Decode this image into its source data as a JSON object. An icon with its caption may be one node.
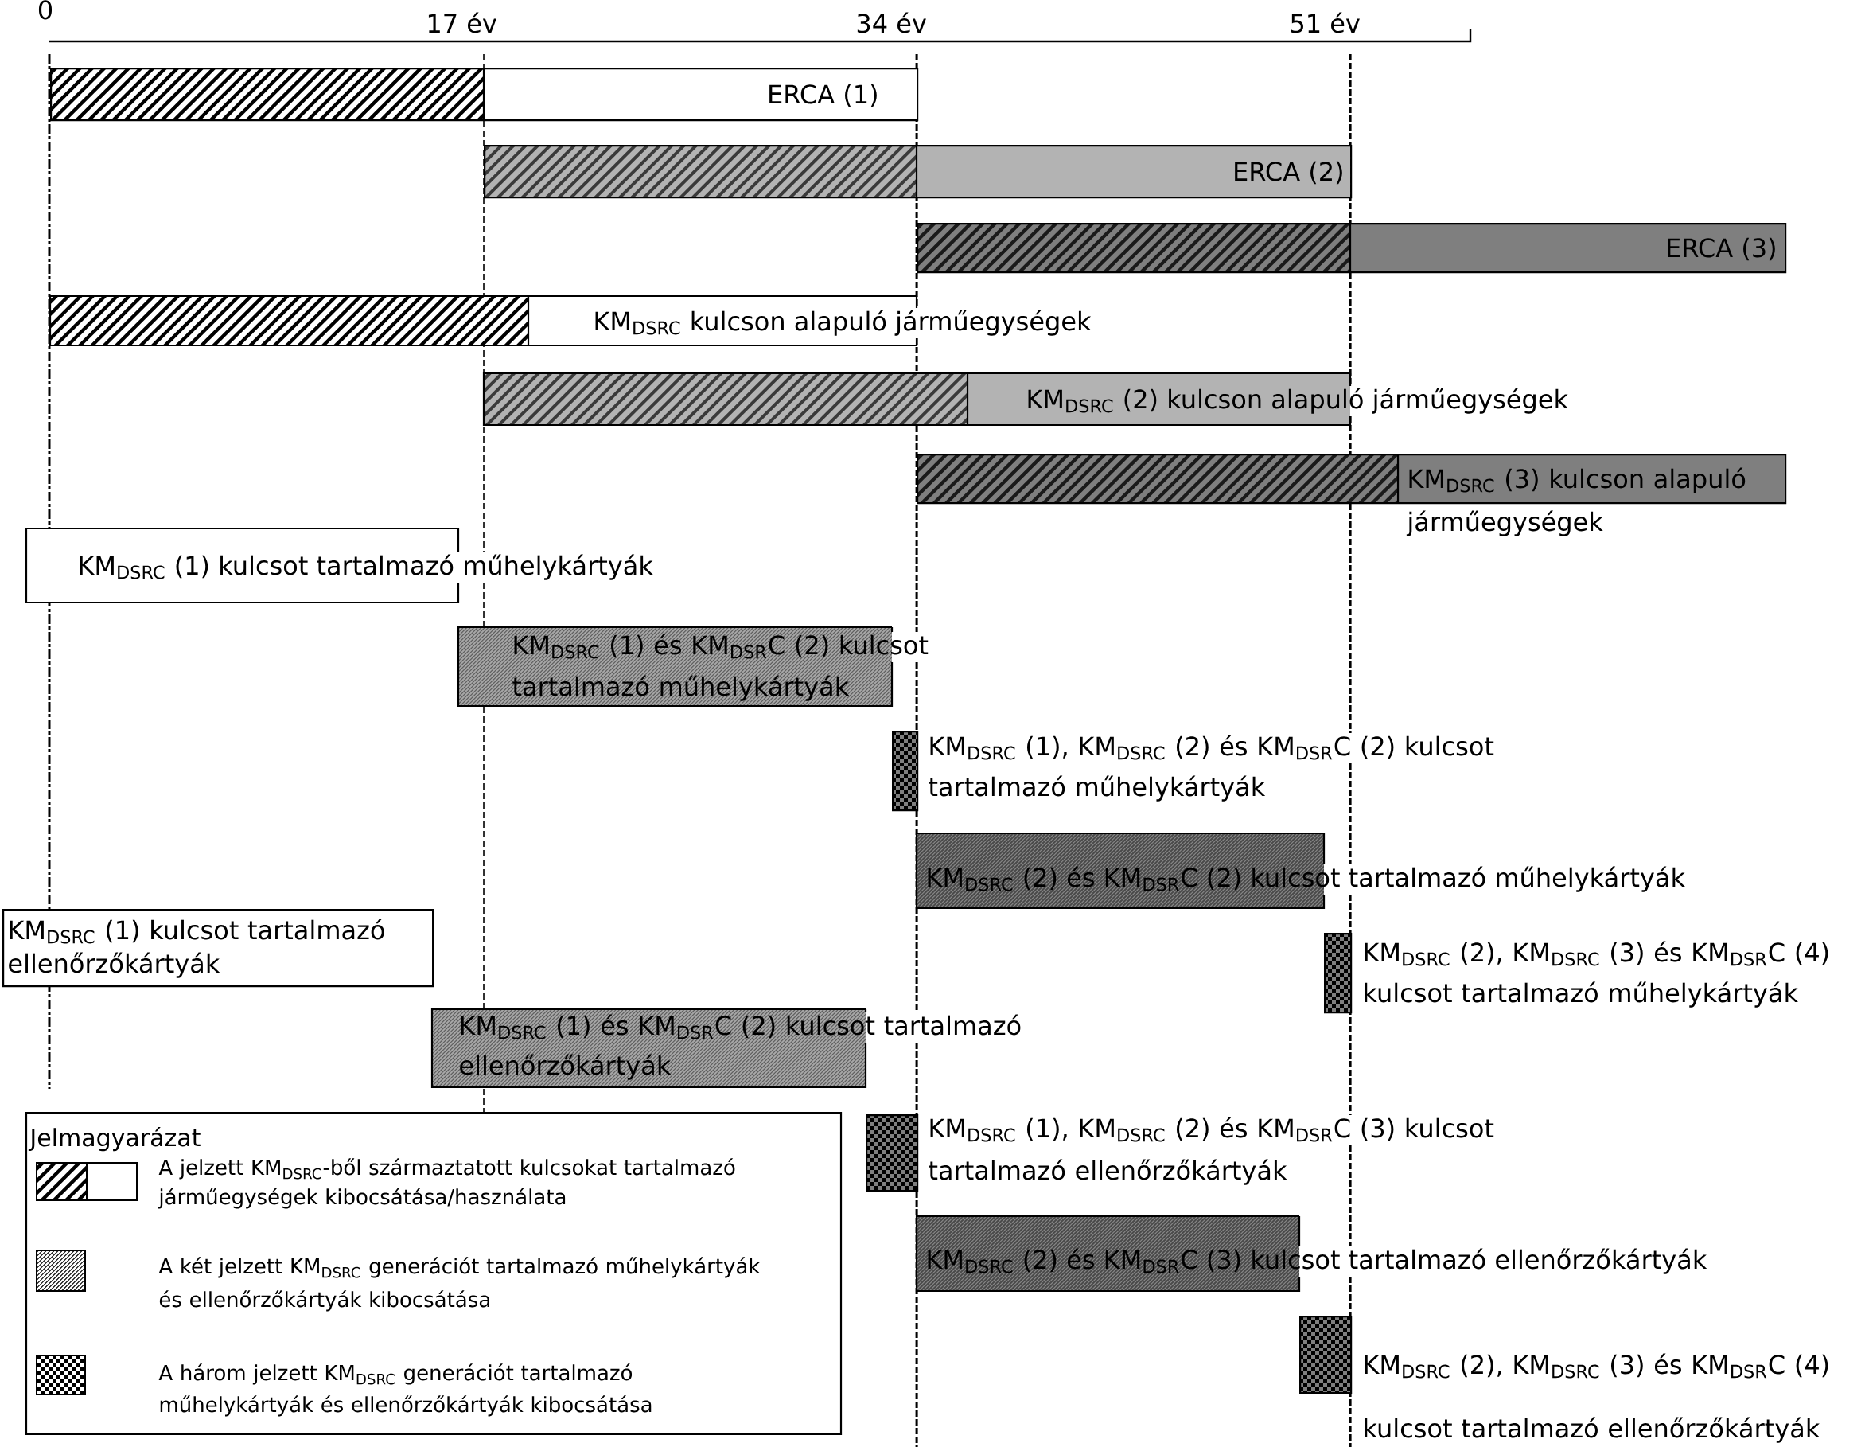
{
  "diagram": {
    "nodes": [
      {
        "text": [
          "ERCA (1)"
        ]
      },
      {
        "text": [
          "ERCA (2)"
        ]
      },
      {
        "text": [
          "ERCA (3)"
        ]
      },
      {
        "text": [
          "KM$_{DSRC}$ kulcson alapuló járműegységek"
        ]
      },
      {
        "text": [
          "KM$_{DSRC}$ (2) kulcson alapuló járműegységek"
        ]
      },
      {
        "text": [
          "KM$_{DSRC}$ (3) kulcson alapuló járműegységek"
        ]
      },
      {
        "text": [
          "KM$_{DSRC}$ (1) kulcsot tartalmazó műhelykártyák"
        ]
      },
      {
        "text": [
          "KM$_{DSRC}$ (1) és KM$_{DSR}$C (2) kulcsot tartalmazó műhelykártyák"
        ]
      },
      {
        "text": [],
        "shape": "bar",
        "beside": [
          "KM$_{DSRC}$ (1), KM$_{DSRC}$ (2) és KM$_{DSR}$C (2) kulcsot tartalmazó műhelykártyák"
        ]
      },
      {
        "text": [
          "KM$_{DSRC}$ (2) és KM$_{DSR}$C (2) kulcsot tartalmazó műhelykártyák"
        ]
      },
      {
        "text": [
          "KM$_{DSRC}$ (1) kulcsot tartalmazó ellenőrzőkártyák"
        ]
      },
      {
        "text": [],
        "shape": "bar",
        "beside": [
          "KM$_{DSRC}$ (2), KM$_{DSRC}$ (3) és KM$_{DSR}$C (4) kulcsot tartalmazó műhelykártyák"
        ]
      },
      {
        "text": [
          "KM$_{DSRC}$ (1) és KM$_{DSR}$C (2) kulcsot tartalmazó ellenőrzőkártyák"
        ]
      },
      {
        "text": [],
        "shape": "bar",
        "beside": [
          "KM$_{DSRC}$ (1), KM$_{DSRC}$ (2) és KM$_{DSR}$C (3) kulcsot tartalmazó ellenőrzőkártyák"
        ]
      },
      {
        "text": [
          "KM$_{DSRC}$ (2) és KM$_{DSR}$C (3) kulcsot tartalmazó ellenőrzőkártyák"
        ]
      },
      {
        "text": [],
        "shape": "bar",
        "beside": [
          "KM$_{DSRC}$ (2), KM$_{DSRC}$ (3) és KM$_{DSR}$C (4) kulcsot tartalmazó ellenőrzőkártyák"
        ]
      }
    ],
    "labels": [
      "0",
      "17 év",
      "34 év",
      "51 év",
      "Jelmagyarázat"
    ],
    "legend": [
      {
        "text": "A jelzett KM$_{DSRC}$-ből származtatott kulcsokat tartalmazó járműegységek kibocsátása/használata"
      },
      {
        "text": "A két jelzett KM$_{DSRC}$ generációt tartalmazó műhelykártyák és ellenőrzőkártyák kibocsátása"
      },
      {
        "text": "A három jelzett KM$_{DSRC}$ generációt tartalmazó műhelykártyák és ellenőrzőkártyák kibocsátása"
      }
    ]
  }
}
